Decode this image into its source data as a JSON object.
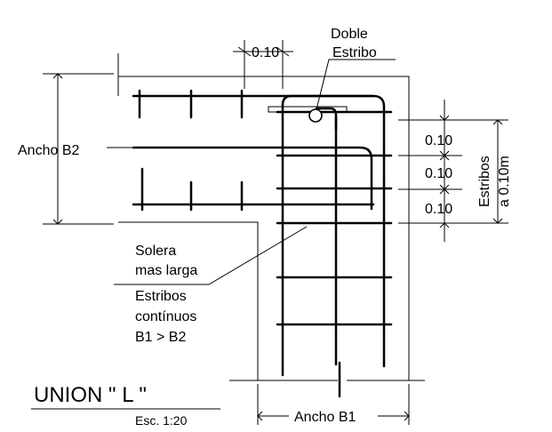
{
  "labels": {
    "top_dimension": "0.10",
    "doble": "Doble",
    "estribo": "Estribo",
    "ancho_b2": "Ancho B2",
    "spacing_1": "0.10",
    "spacing_2": "0.10",
    "spacing_3": "0.10",
    "estribos": "Estribos",
    "a_spacing": "a 0.10m",
    "solera": "Solera",
    "mas_larga": "mas larga",
    "estribos_continuos": "Estribos",
    "continuos": "contínuos",
    "b1_b2": "B1 > B2",
    "title": "UNION \" L \"",
    "scale": "Esc. 1:20",
    "ancho_b1": "Ancho B1"
  }
}
